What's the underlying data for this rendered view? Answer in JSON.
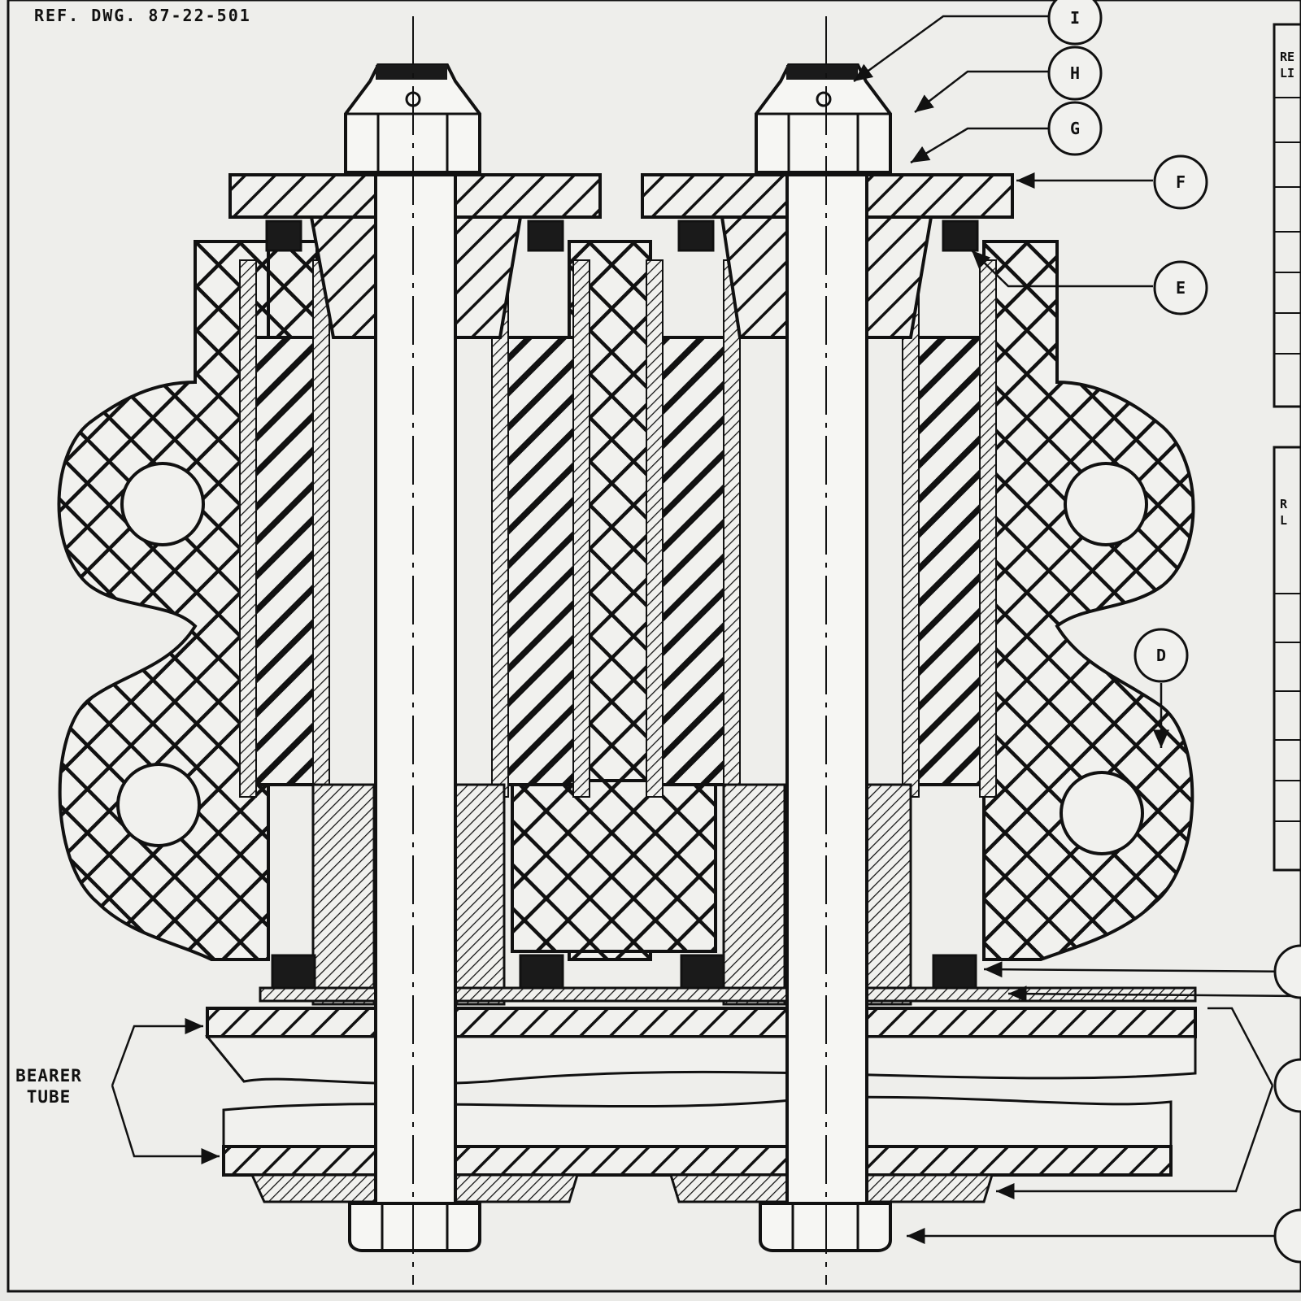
{
  "drawing": {
    "reference": "REF. DWG. 87-22-501",
    "bearer_tube_label_line1": "BEARER",
    "bearer_tube_label_line2": "TUBE",
    "right_table_fragment_1": "RE\nLI",
    "right_table_fragment_2": "R\nL"
  },
  "callouts": [
    "I",
    "H",
    "G",
    "F",
    "E",
    "D"
  ],
  "colors": {
    "paper": "#e9e9e6",
    "ink": "#111111"
  }
}
